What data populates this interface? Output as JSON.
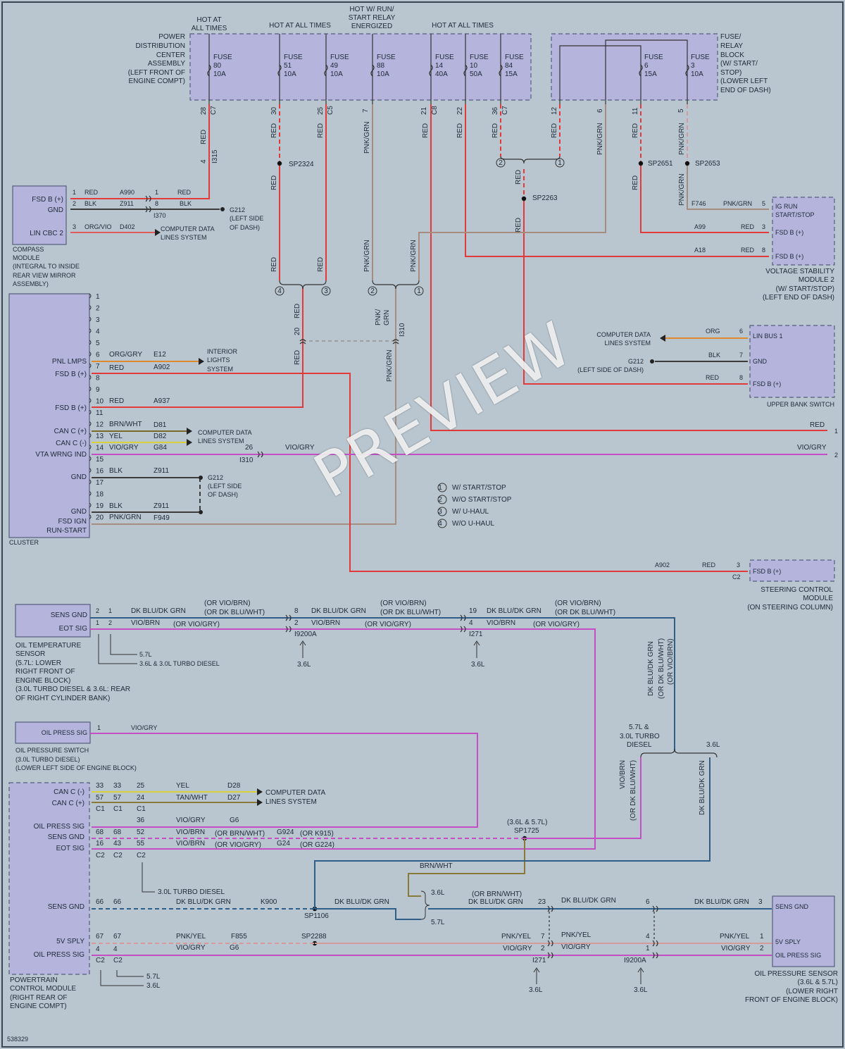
{
  "diagram_id": "538329",
  "watermark": "PREVIEW",
  "hot_labels": {
    "hot_all_times_1": "HOT AT",
    "hot_all_times_1b": "ALL TIMES",
    "hot_all_times_2": "HOT AT ALL TIMES",
    "hot_run_start_1": "HOT W/ RUN/",
    "hot_run_start_2": "START RELAY",
    "hot_run_start_3": "ENERGIZED",
    "hot_all_times_3": "HOT AT ALL TIMES"
  },
  "pdc": {
    "label_lines": [
      "POWER",
      "DISTRIBUTION",
      "CENTER",
      "ASSEMBLY",
      "(LEFT FRONT OF",
      "ENGINE COMPT)"
    ],
    "fuses": [
      {
        "name": "FUSE",
        "num": "80",
        "amp": "10A"
      },
      {
        "name": "FUSE",
        "num": "51",
        "amp": "10A"
      },
      {
        "name": "FUSE",
        "num": "49",
        "amp": "10A"
      },
      {
        "name": "FUSE",
        "num": "88",
        "amp": "10A"
      },
      {
        "name": "FUSE",
        "num": "14",
        "amp": "40A"
      },
      {
        "name": "FUSE",
        "num": "10",
        "amp": "50A"
      },
      {
        "name": "FUSE",
        "num": "84",
        "amp": "15A"
      }
    ],
    "pins": [
      "28",
      "30",
      "25",
      "7",
      "21",
      "22",
      "36"
    ],
    "conns": [
      "C7",
      "C5",
      "C8",
      "C7"
    ]
  },
  "frb": {
    "label_lines": [
      "FUSE/",
      "RELAY",
      "BLOCK",
      "(W/ START/",
      "STOP)",
      "(LOWER LEFT",
      "END OF DASH)"
    ],
    "fuses": [
      {
        "name": "FUSE",
        "num": "6",
        "amp": "15A"
      },
      {
        "name": "FUSE",
        "num": "3",
        "amp": "10A"
      }
    ],
    "pins": [
      "12",
      "6",
      "11",
      "5"
    ]
  },
  "wires": {
    "red": "RED",
    "blk": "BLK",
    "pnk_grn": "PNK/GRN",
    "pnk_grn_split_1": "PNK/",
    "pnk_grn_split_2": "GRN",
    "org_vio": "ORG/VIO",
    "org_gry": "ORG/GRY",
    "brn_wht": "BRN/WHT",
    "yel": "YEL",
    "vio_gry": "VIO/GRY",
    "vio_brn": "VIO/BRN",
    "dk_blu_dk_grn": "DK BLU/DK GRN",
    "tan_wht": "TAN/WHT",
    "pnk_yel": "PNK/YEL",
    "org": "ORG",
    "or_vio_brn": "(OR VIO/BRN)",
    "or_dk_blu_wht": "(OR DK BLU/WHT)",
    "or_vio_gry": "(OR VIO/GRY)",
    "or_brn_wht": "(OR BRN/WHT)",
    "or_k915": "(OR K915)",
    "or_g224": "(OR G224)"
  },
  "circuits": {
    "a990": "A990",
    "z911": "Z911",
    "d402": "D402",
    "e12": "E12",
    "a902": "A902",
    "a937": "A937",
    "d81": "D81",
    "d82": "D82",
    "g84": "G84",
    "f949": "F949",
    "f746": "F746",
    "a99": "A99",
    "a18": "A18",
    "d28": "D28",
    "d27": "D27",
    "g6": "G6",
    "g924": "G924",
    "g24": "G24",
    "k900": "K900",
    "f855": "F855"
  },
  "splices": {
    "sp2324": "SP2324",
    "sp2651": "SP2651",
    "sp2653": "SP2653",
    "sp2263": "SP2263",
    "sp1725": "SP1725",
    "sp1106": "SP1106",
    "sp2288": "SP2288",
    "sp1725_note": "(3.6L & 5.7L)"
  },
  "connectors": {
    "i315": "I315",
    "i370": "I370",
    "i310": "I310",
    "i310b": "I310",
    "i9200a": "I9200A",
    "i271": "I271",
    "c1": "C1",
    "c2": "C2"
  },
  "compass": {
    "pins": [
      {
        "label": "FSD B (+)",
        "num": "1"
      },
      {
        "label": "GND",
        "num": "2"
      },
      {
        "label": "LIN CBC 2",
        "num": "3"
      }
    ],
    "label_lines": [
      "COMPASS",
      "MODULE",
      "(INTEGRAL TO INSIDE",
      "REAR VIEW MIRROR",
      "ASSEMBLY)"
    ]
  },
  "ground": {
    "g212": "G212",
    "left_side_lines": [
      "(LEFT SIDE",
      "OF DASH)"
    ],
    "left_side_single": "(LEFT SIDE OF DASH)"
  },
  "cdl": {
    "lines": [
      "COMPUTER DATA",
      "LINES SYSTEM"
    ]
  },
  "interior": {
    "lines": [
      "INTERIOR",
      "LIGHTS",
      "SYSTEM"
    ]
  },
  "cluster": {
    "title": "CLUSTER",
    "pin_nums": [
      "1",
      "2",
      "3",
      "4",
      "5",
      "6",
      "7",
      "8",
      "9",
      "10",
      "11",
      "12",
      "13",
      "14",
      "15",
      "16",
      "17",
      "18",
      "19",
      "20"
    ],
    "pin_labels": {
      "p6": "PNL LMPS",
      "p7": "FSD B (+)",
      "p10": "FSD B (+)",
      "p12": "CAN C (+)",
      "p13": "CAN C (-)",
      "p14": "VTA WRNG IND",
      "p16": "GND",
      "p19": "GND",
      "p20a": "FSD IGN",
      "p20b": "RUN-START"
    }
  },
  "vsm": {
    "pins": [
      {
        "label": "IG RUN",
        "num": "5"
      },
      {
        "label": "START/STOP",
        "num": ""
      },
      {
        "label": "FSD B (+)",
        "num": "3"
      },
      {
        "label": "FSD B (+)",
        "num": "8"
      }
    ],
    "label_lines": [
      "VOLTAGE STABILITY",
      "MODULE 2",
      "(W/ START/STOP)",
      "(LEFT END OF DASH)"
    ]
  },
  "ubs": {
    "pins": [
      {
        "label": "LIN BUS 1",
        "num": "6"
      },
      {
        "label": "GND",
        "num": "7"
      },
      {
        "label": "FSD B (+)",
        "num": "8"
      }
    ],
    "label": "UPPER BANK SWITCH"
  },
  "scm": {
    "pin": {
      "label": "FSD B (+)",
      "num": "3"
    },
    "conn": "C2",
    "label_lines": [
      "STEERING CONTROL",
      "MODULE",
      "(ON STEERING COLUMN)"
    ]
  },
  "offpage": {
    "n1": "1",
    "n2": "2"
  },
  "legend": {
    "items": [
      {
        "num": "1",
        "text": "W/ START/STOP"
      },
      {
        "num": "2",
        "text": "W/O START/STOP"
      },
      {
        "num": "3",
        "text": "W/ U-HAUL"
      },
      {
        "num": "4",
        "text": "W/O U-HAUL"
      }
    ]
  },
  "ots": {
    "pins": [
      {
        "label": "SENS GND",
        "num": "2",
        "num2": "1"
      },
      {
        "label": "EOT SIG",
        "num": "1",
        "num2": "2"
      }
    ],
    "label_lines": [
      "OIL TEMPERATURE",
      "SENSOR",
      "(5.7L: LOWER",
      "RIGHT FRONT OF",
      "ENGINE BLOCK)",
      "(3.0L TURBO DIESEL & 3.6L: REAR",
      "OF RIGHT CYLINDER BANK)"
    ]
  },
  "ops": {
    "pin": {
      "label": "OIL PRESS SIG",
      "num": "1"
    },
    "label_lines": [
      "OIL PRESSURE SWITCH",
      "(3.0L TURBO DIESEL)",
      "(LOWER LEFT SIDE OF ENGINE BLOCK)"
    ]
  },
  "pcm": {
    "pin_labels": {
      "can_minus": "CAN C (-)",
      "can_plus": "CAN C (+)",
      "oil_press_sig": "OIL PRESS SIG",
      "sens_gnd": "SENS GND",
      "eot_sig": "EOT SIG",
      "sens_gnd2": "SENS GND",
      "v5_sply": "5V SPLY",
      "oil_press_sig2": "OIL PRESS SIG"
    },
    "label_lines": [
      "POWERTRAIN",
      "CONTROL MODULE",
      "(RIGHT REAR OF",
      "ENGINE COMPT)"
    ]
  },
  "opsens": {
    "pins": [
      {
        "label": "SENS GND",
        "num": "3"
      },
      {
        "label": "5V SPLY",
        "num": "1"
      },
      {
        "label": "OIL PRESS SIG",
        "num": "2"
      }
    ],
    "label_lines": [
      "OIL PRESSURE SENSOR",
      "(3.6L & 5.7L)",
      "(LOWER RIGHT",
      "FRONT OF ENGINE BLOCK)"
    ]
  },
  "engine": {
    "e57": "5.7L",
    "e36": "3.6L",
    "e30td": "3.6L & 3.0L TURBO DIESEL",
    "e30td_only": "3.0L TURBO DIESEL",
    "e57_30_1": "5.7L &",
    "e57_30_2": "3.0L TURBO",
    "e57_30_3": "DIESEL"
  },
  "nums": {
    "n1": "1",
    "n2": "2",
    "n3": "3",
    "n4": "4",
    "n5": "5",
    "n6": "6",
    "n7": "7",
    "n8": "8",
    "n10": "10",
    "n12": "12",
    "n13": "13",
    "n14": "14",
    "n16": "16",
    "n19": "19",
    "n20": "20",
    "n23": "23",
    "n24": "24",
    "n25": "25",
    "n26": "26",
    "n33": "33",
    "n36": "36",
    "n43": "43",
    "n52": "52",
    "n55": "55",
    "n57": "57",
    "n66": "66",
    "n67": "67",
    "n68": "68"
  },
  "colors": {
    "red": "#e23a3a",
    "blk": "#3c3c3c",
    "pnk_grn": "#a68d80",
    "org_vio": "#e05b5b",
    "org": "#e08a2e",
    "yel": "#d9d13a",
    "vio": "#c44fc4",
    "blu": "#2f5e88",
    "pnk_yel": "#d59b9b",
    "brn": "#8a7a3a",
    "comp_fill": "#b4b4dc",
    "bg": "#b9c6d0"
  }
}
